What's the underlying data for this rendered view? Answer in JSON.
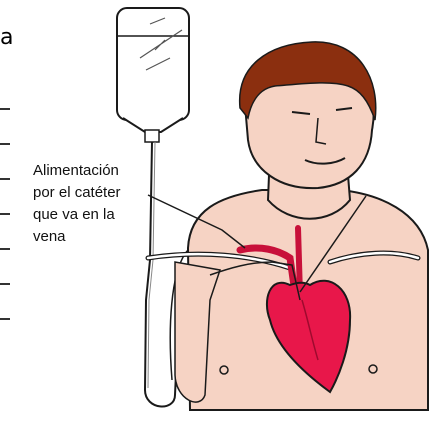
{
  "cut_text": {
    "letter": "a"
  },
  "callout": {
    "lines": [
      "Alimentación",
      "por el catéter",
      "que va en la",
      "vena"
    ]
  },
  "colors": {
    "skin": "#f6d3c4",
    "skin_shadow": "#e8b9a6",
    "hair": "#8b2f0f",
    "heart": "#e8174a",
    "vessel": "#c8103a",
    "outline": "#1a1a1a",
    "bag": "#ffffff"
  }
}
